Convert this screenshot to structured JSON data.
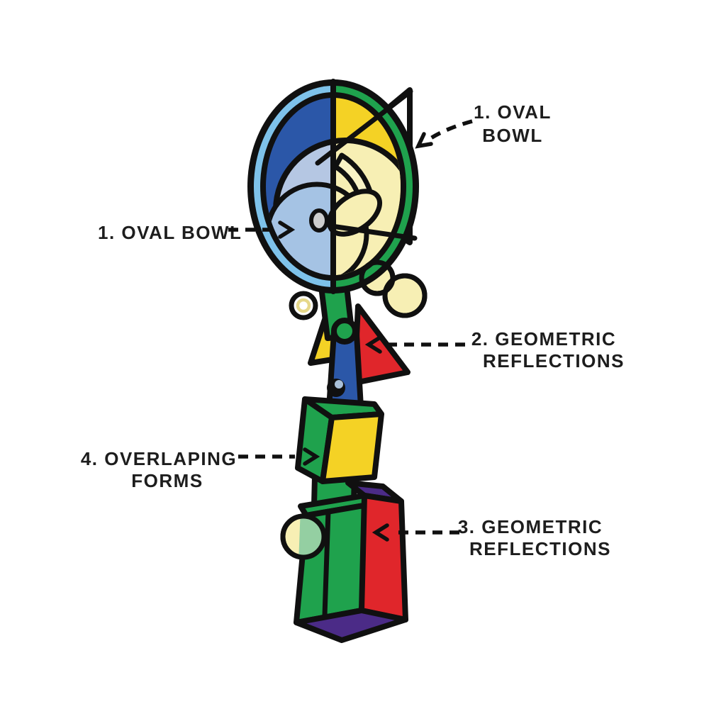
{
  "diagram": {
    "background": "#ffffff",
    "callouts": [
      {
        "id": "oval-bowl-top",
        "lines": [
          "1. OVAL",
          "BOWL"
        ],
        "side": "top-right"
      },
      {
        "id": "oval-bowl-left",
        "lines": [
          "1. OVAL BOWL"
        ],
        "side": "left"
      },
      {
        "id": "geometric-reflections-upper",
        "lines": [
          "2. GEOMETRIC",
          "REFLECTIONS"
        ],
        "side": "right"
      },
      {
        "id": "overlaping-forms",
        "lines": [
          "4. OVERLAPING",
          "FORMS"
        ],
        "side": "left"
      },
      {
        "id": "geometric-reflections-lower",
        "lines": [
          "3. GEOMETRIC",
          "REFLECTIONS"
        ],
        "side": "right"
      }
    ],
    "parts": [
      "oval bowl",
      "reflection triangle",
      "red triangle",
      "yellow triangle",
      "green stem",
      "blue shaft",
      "stacked box (green/yellow)",
      "stacked box (green/red/purple)"
    ]
  },
  "colors": {
    "outline": "#101010",
    "text": "#1d1d1d",
    "blue": "#2b57a8",
    "light-blue": "#7ec2ea",
    "steel-blue": "#b5c7e3",
    "pale-blue": "#a5c3e4",
    "yellow": "#f4d225",
    "pale-yellow": "#f7efb4",
    "cream": "#f9f3c6",
    "ring-yellow": "#e6d88a",
    "green": "#1fa24d",
    "green-tint": "#94cfa2",
    "red": "#e0262b",
    "purple": "#4b2b87",
    "gray": "#cdcdcd",
    "bolt-blue": "#a9c0d8"
  }
}
